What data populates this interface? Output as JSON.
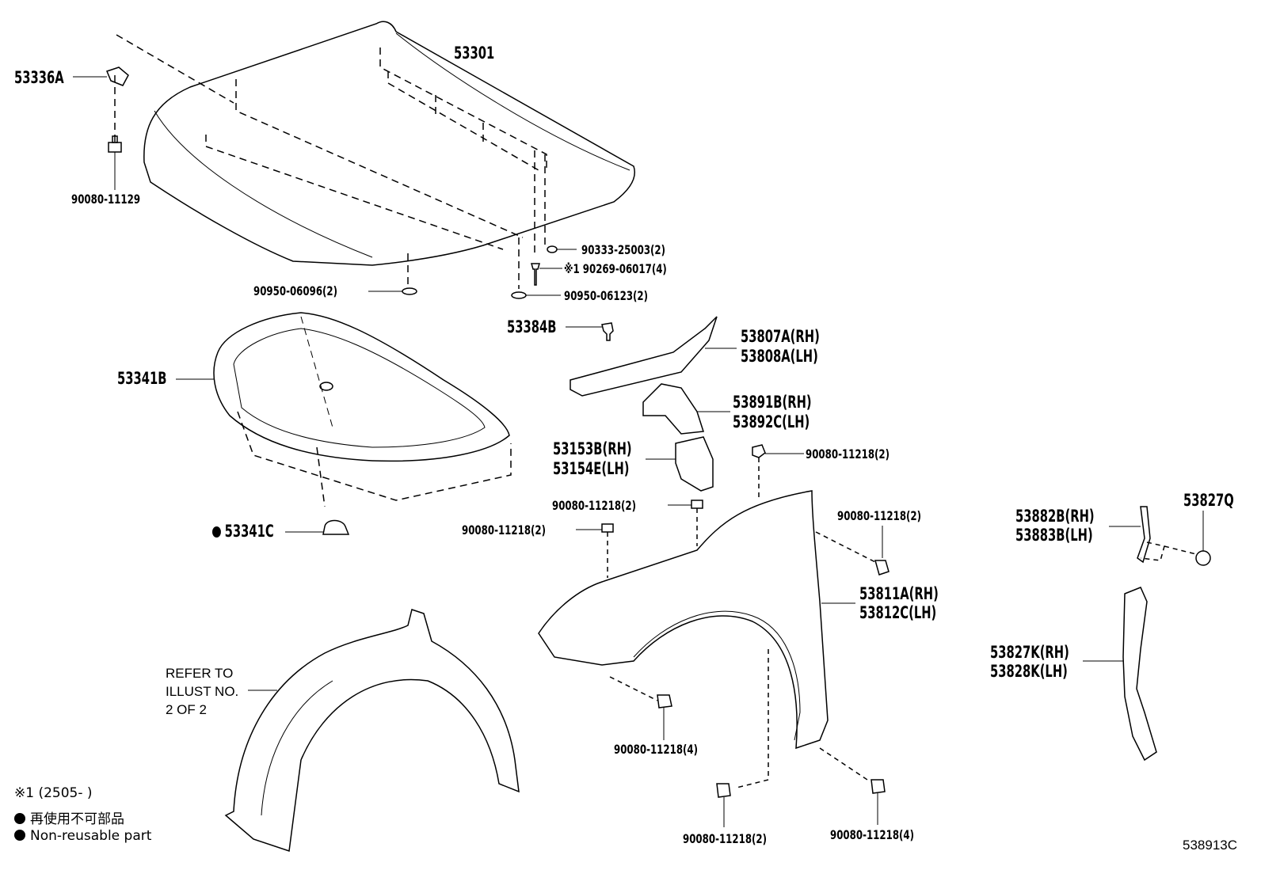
{
  "parts": {
    "p53301": "53301",
    "p53336A": "53336A",
    "p90080_11129": "90080-11129",
    "p90333": "90333-25003(2)",
    "p90269": "※1 90269-06017(4)",
    "p90950_06096": "90950-06096(2)",
    "p90950_06123": "90950-06123(2)",
    "p53384B": "53384B",
    "p53807A": "53807A(RH)",
    "p53808A": "53808A(LH)",
    "p53341B": "53341B",
    "p53891B": "53891B(RH)",
    "p53892C": "53892C(LH)",
    "p53153B": "53153B(RH)",
    "p53154E": "53154E(LH)",
    "p90080_11218_a": "90080-11218(2)",
    "p90080_11218_b": "90080-11218(2)",
    "p90080_11218_c": "90080-11218(2)",
    "p90080_11218_d": "90080-11218(2)",
    "p53341C": "53341C",
    "p53882B": "53882B(RH)",
    "p53883B": "53883B(LH)",
    "p53827Q": "53827Q",
    "p53811A": "53811A(RH)",
    "p53812C": "53812C(LH)",
    "p53827K": "53827K(RH)",
    "p53828K": "53828K(LH)",
    "p90080_11218_4a": "90080-11218(4)",
    "p90080_11218_e": "90080-11218(2)",
    "p90080_11218_4b": "90080-11218(4)"
  },
  "notes": {
    "refer_line1": "REFER TO",
    "refer_line2": "ILLUST NO.",
    "refer_line3": "2 OF 2",
    "footnote": "※1 (2505-      )",
    "legend_jp": "再使用不可部品",
    "legend_en": "Non-reusable part",
    "illust_id": "538913C"
  }
}
